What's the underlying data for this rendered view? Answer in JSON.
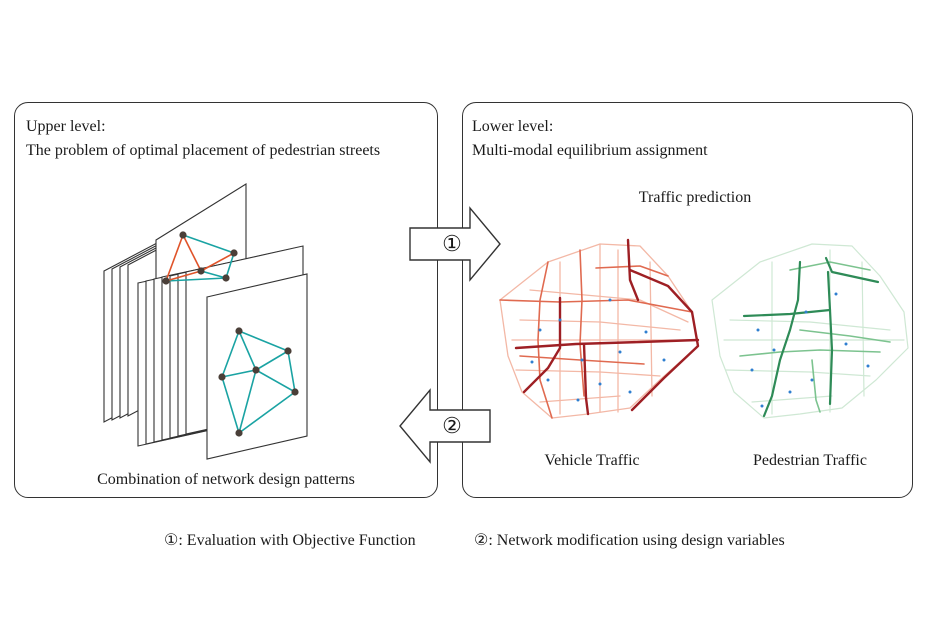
{
  "upper_level": {
    "heading": "Upper level:",
    "title": "The problem of optimal placement of pedestrian streets",
    "caption": "Combination of network design patterns"
  },
  "lower_level": {
    "heading": "Lower level:",
    "title": "Multi-modal equilibrium assignment",
    "prediction_label": "Traffic prediction",
    "vehicle_label": "Vehicle Traffic",
    "pedestrian_label": "Pedestrian Traffic"
  },
  "arrows": {
    "forward_marker": "①",
    "backward_marker": "②"
  },
  "legend": {
    "item1": "①: Evaluation with Objective Function",
    "item2": "②: Network modification using design variables"
  },
  "colors": {
    "network_teal": "#1aa3a3",
    "network_orange": "#e0542a",
    "node": "#4a3f38",
    "vehicle_strong": "#9e1f24",
    "vehicle_mid": "#e06a50",
    "vehicle_light": "#f3b8a6",
    "ped_strong": "#2e8b57",
    "ped_mid": "#7cc38f",
    "ped_light": "#cfe8d4",
    "stop_blue": "#2f7fd0"
  }
}
